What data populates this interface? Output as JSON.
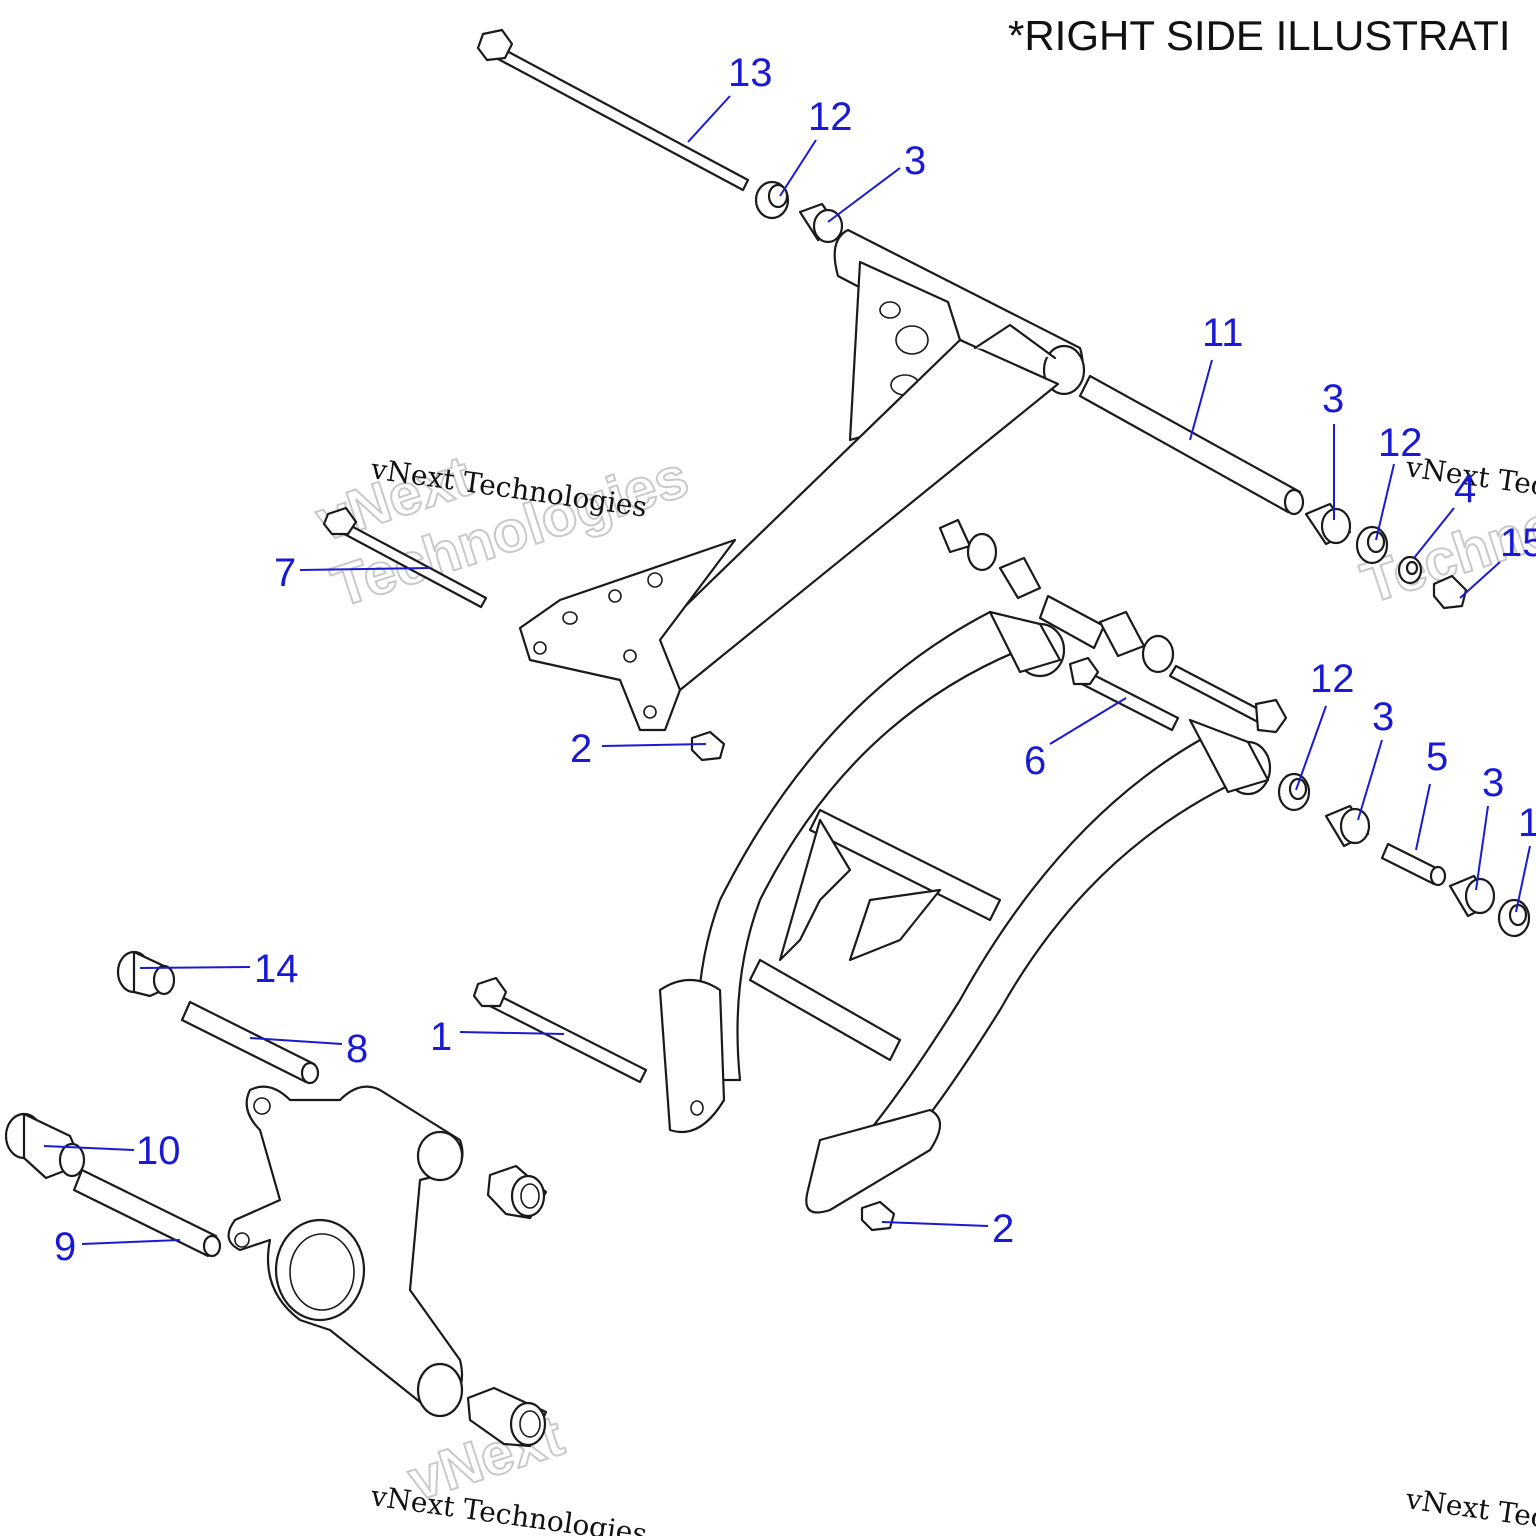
{
  "heading": "*RIGHT SIDE ILLUSTRATI",
  "watermark": {
    "line1": "vNext Technologies",
    "big1": "vNext",
    "big2": "Technologies"
  },
  "callouts": {
    "c13": "13",
    "c12a": "12",
    "c3a": "3",
    "c11": "11",
    "c3b": "3",
    "c12b": "12",
    "c4": "4",
    "c15": "15",
    "c7": "7",
    "c2a": "2",
    "c6": "6",
    "c12c": "12",
    "c3c": "3",
    "c5": "5",
    "c3d": "3",
    "c1x": "1",
    "c14": "14",
    "c8": "8",
    "c1": "1",
    "c10": "10",
    "c9": "9",
    "c2b": "2"
  },
  "colors": {
    "callout": "#1a1ad6",
    "line": "#1a1a1a"
  }
}
